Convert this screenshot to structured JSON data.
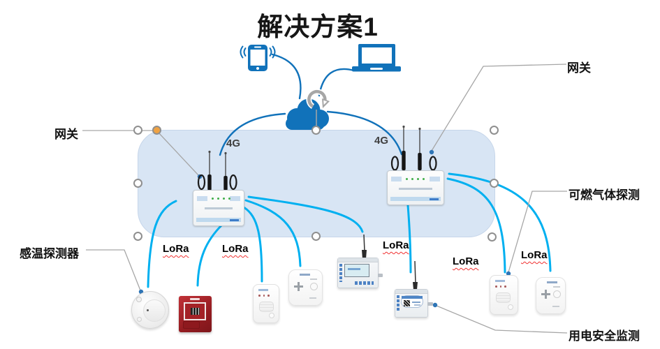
{
  "title": "解决方案1",
  "callouts": {
    "gateway_left": "网关",
    "gateway_right": "网关",
    "heat_detector": "感温探测器",
    "combustible_gas": "可燃气体探测",
    "electrical_safety": "用电安全监测"
  },
  "connectivity": {
    "fourg_left": "4G",
    "fourg_right": "4G",
    "lora": [
      "LoRa",
      "LoRa",
      "LoRa",
      "LoRa",
      "LoRa"
    ]
  },
  "icons": {
    "phone": "smartphone-icon",
    "laptop": "laptop-icon",
    "cloud": "cloud-icon",
    "rotate": "rotation-handle-icon"
  },
  "colors": {
    "icon_blue": "#1172BA",
    "lora_cyan": "#00B0F0",
    "panel_fill": "#D8E5F4",
    "alarm_red": "#A32026",
    "handle_orange": "#EFA243",
    "leader_gray": "#A6A6A6",
    "endpoint_blue": "#2E75B6"
  }
}
